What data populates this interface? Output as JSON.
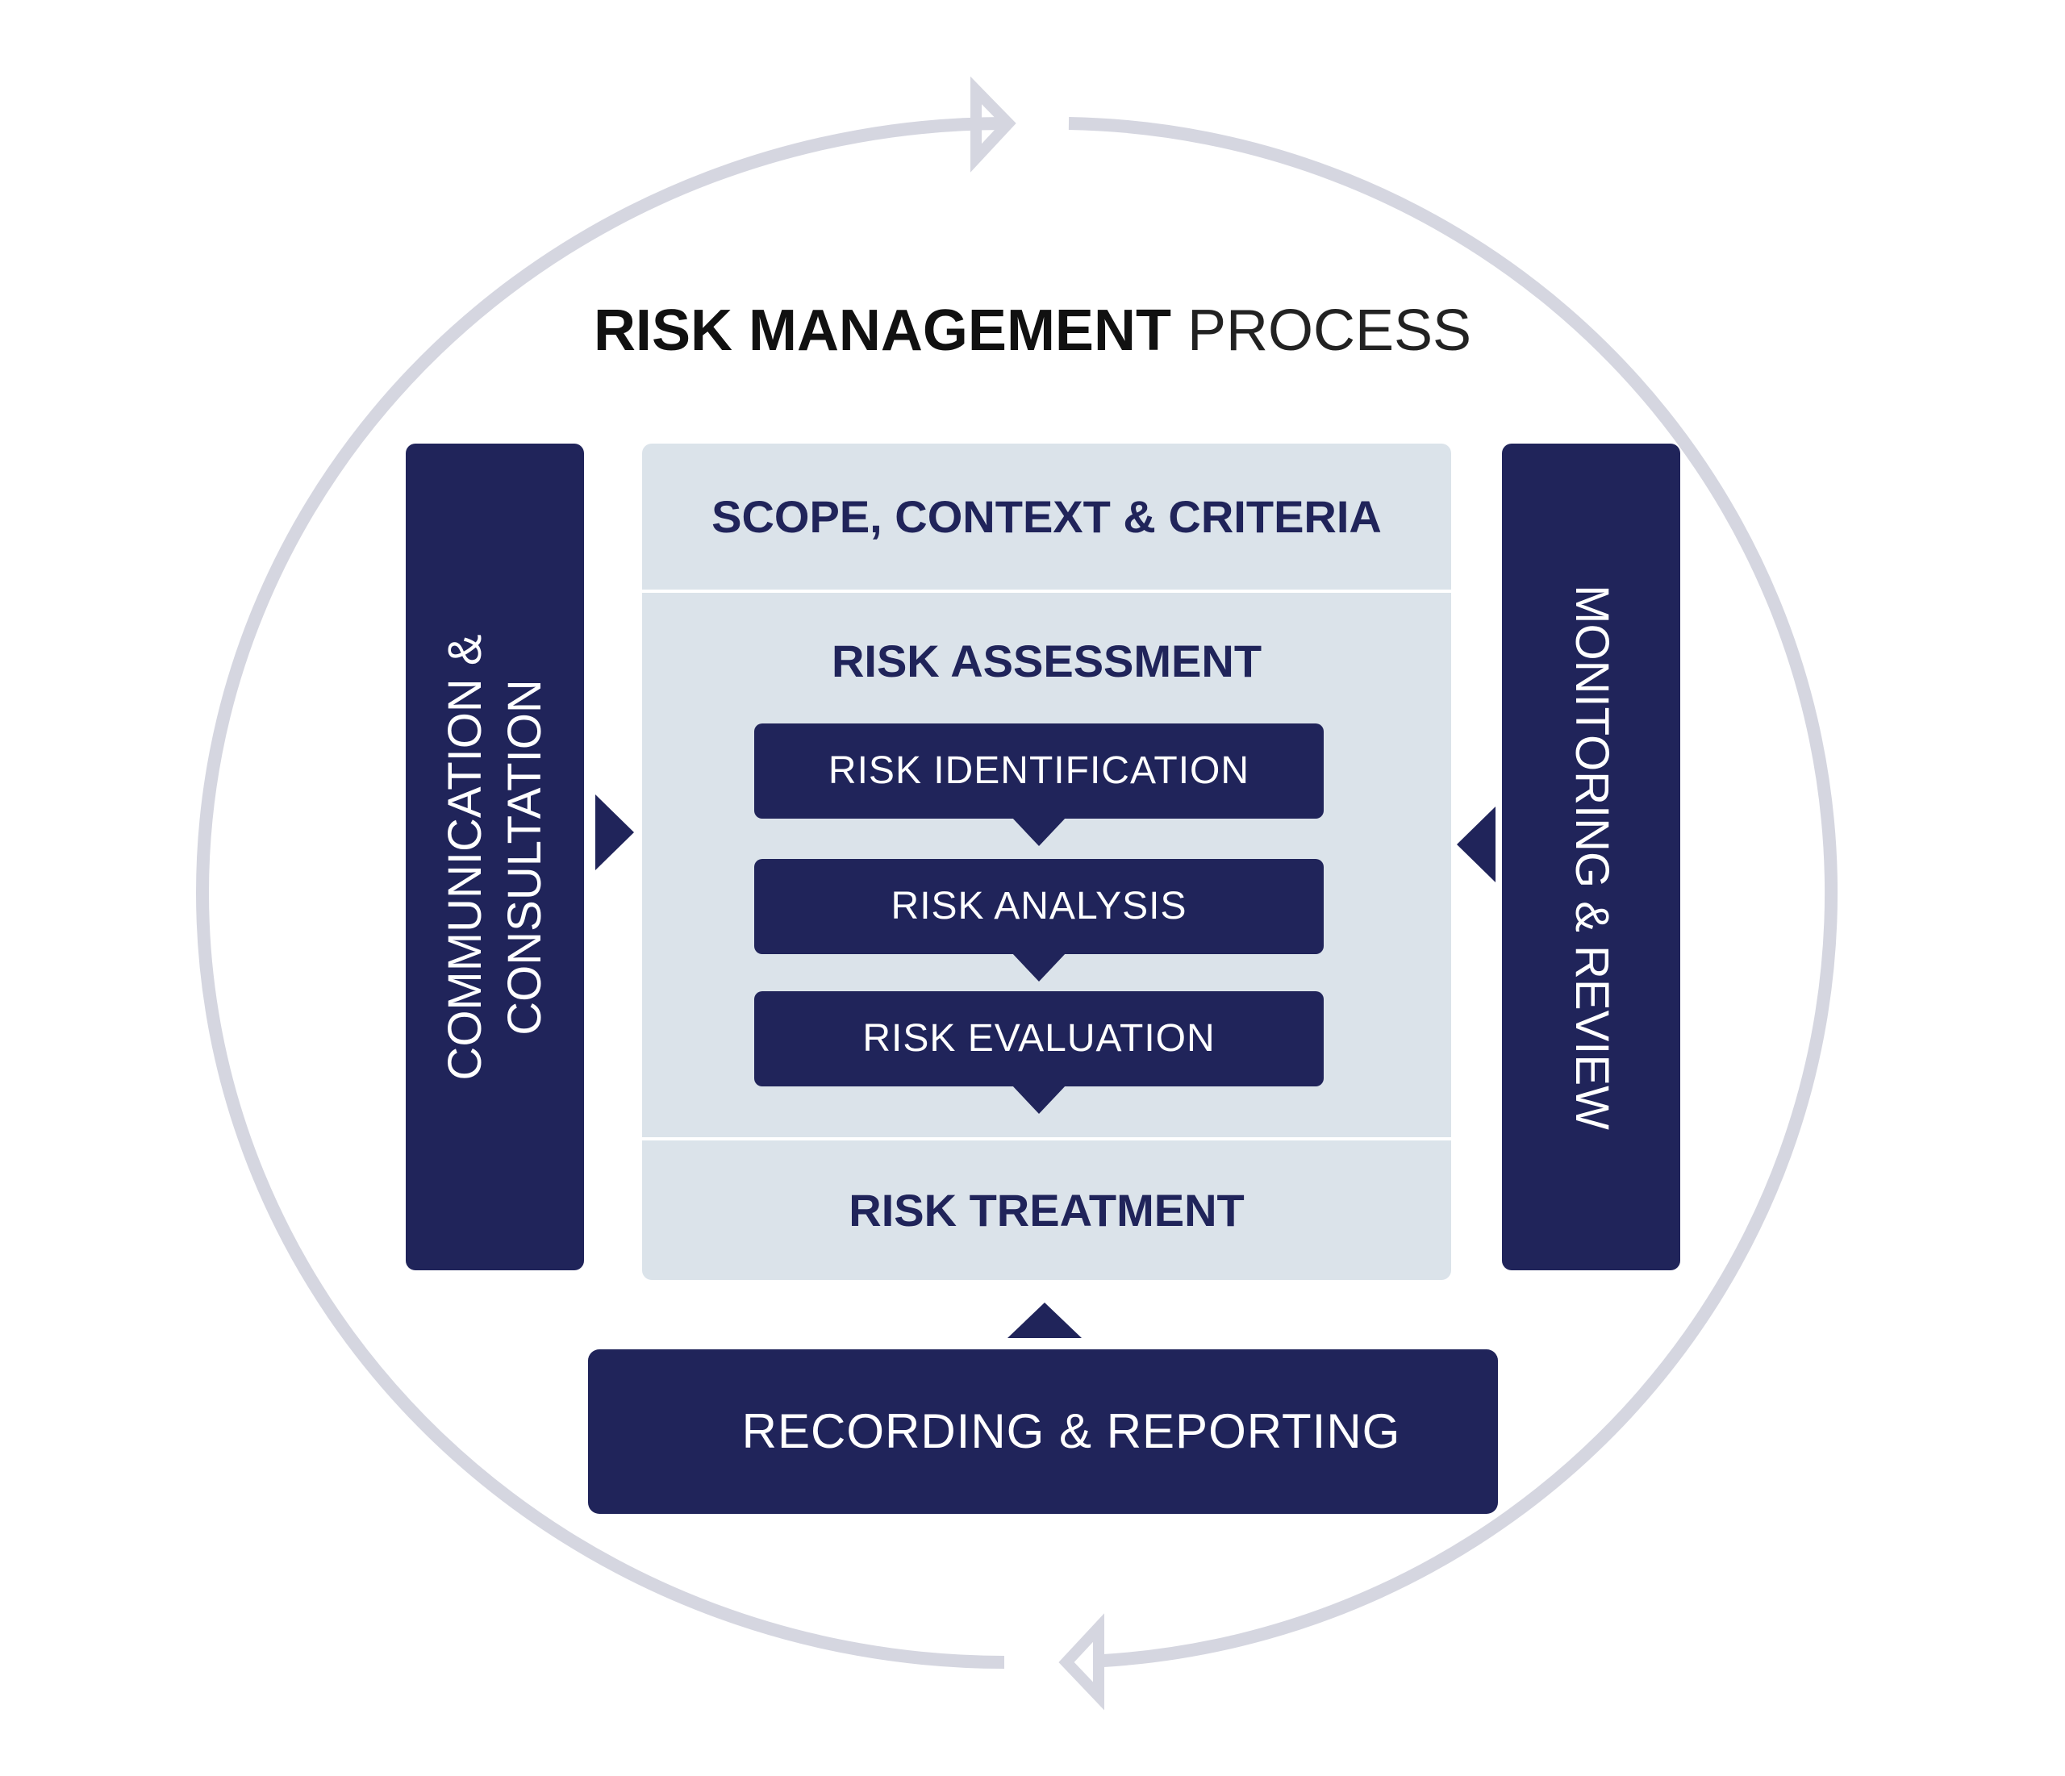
{
  "title": {
    "bold": "RISK MANAGEMENT",
    "light": "PROCESS"
  },
  "left_bar": {
    "line1": "COMMUNICATION &",
    "line2": "CONSULTATION"
  },
  "right_bar": {
    "label": "MONITORING & REVIEW"
  },
  "core": {
    "scope": "SCOPE, CONTEXT & CRITERIA",
    "assessment": "RISK ASSESSMENT",
    "steps": [
      "RISK IDENTIFICATION",
      "RISK ANALYSIS",
      "RISK EVALUATION"
    ],
    "treatment": "RISK TREATMENT"
  },
  "bottom_bar": {
    "label": "RECORDING & REPORTING"
  },
  "colors": {
    "navy": "#20245a",
    "pale": "#dbe3ea",
    "ring": "#d5d6e0"
  }
}
